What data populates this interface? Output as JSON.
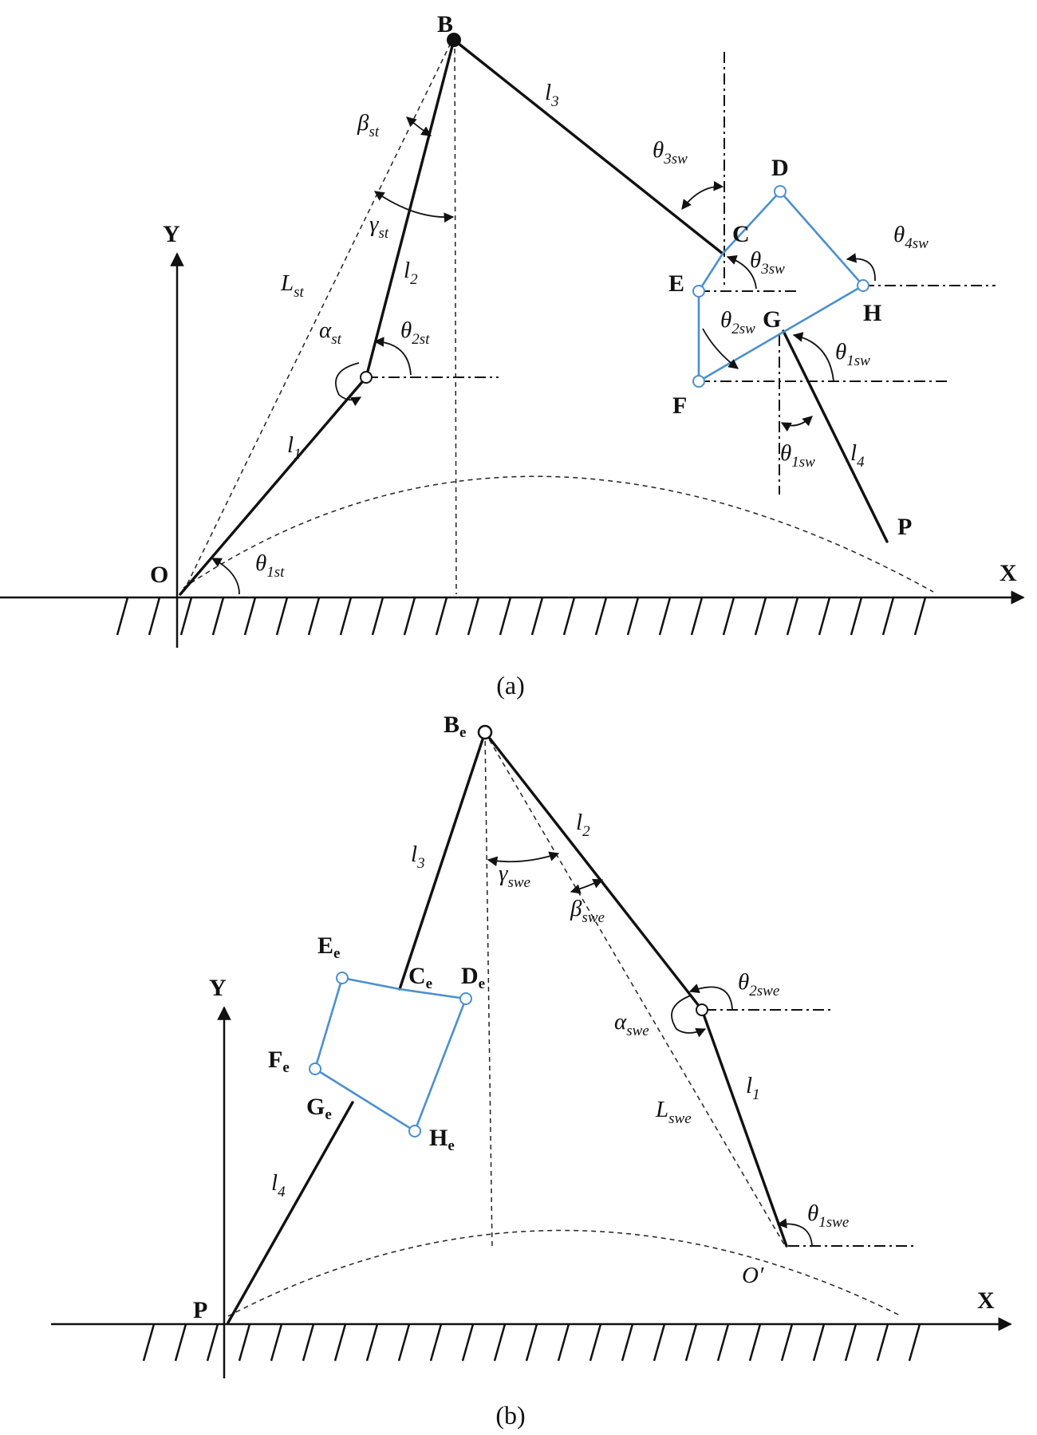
{
  "captions": {
    "a": "(a)",
    "b": "(b)"
  },
  "panel_a": {
    "points": {
      "B": "B",
      "C": "C",
      "D": "D",
      "E": "E",
      "F": "F",
      "G": "G",
      "H": "H",
      "O": "O",
      "P": "P"
    },
    "axes": {
      "x": "X",
      "y": "Y"
    },
    "symbols": {
      "l1": {
        "base": "l",
        "sub": "1"
      },
      "l2": {
        "base": "l",
        "sub": "2"
      },
      "l3": {
        "base": "l",
        "sub": "3"
      },
      "l4": {
        "base": "l",
        "sub": "4"
      },
      "Lst": {
        "base": "L",
        "sub": "st"
      },
      "beta_st": {
        "base": "β",
        "sub": "st"
      },
      "gamma_st": {
        "base": "γ",
        "sub": "st"
      },
      "alpha_st": {
        "base": "α",
        "sub": "st"
      },
      "theta_1st": {
        "base": "θ",
        "sub": "1st"
      },
      "theta_2st": {
        "base": "θ",
        "sub": "2st"
      },
      "theta_3sw_a": {
        "base": "θ",
        "sub": "3sw"
      },
      "theta_3sw_b": {
        "base": "θ",
        "sub": "3sw"
      },
      "theta_4sw": {
        "base": "θ",
        "sub": "4sw"
      },
      "theta_2sw": {
        "base": "θ",
        "sub": "2sw"
      },
      "theta_1sw_a": {
        "base": "θ",
        "sub": "1sw"
      },
      "theta_1sw_b": {
        "base": "θ",
        "sub": "1sw"
      }
    }
  },
  "panel_b": {
    "points": {
      "Be": {
        "base": "B",
        "sub": "e"
      },
      "Ce": {
        "base": "C",
        "sub": "e"
      },
      "De": {
        "base": "D",
        "sub": "e"
      },
      "Ee": {
        "base": "E",
        "sub": "e"
      },
      "Fe": {
        "base": "F",
        "sub": "e"
      },
      "Ge": {
        "base": "G",
        "sub": "e"
      },
      "He": {
        "base": "H",
        "sub": "e"
      },
      "P": "P",
      "O_prime": "O′"
    },
    "axes": {
      "x": "X",
      "y": "Y"
    },
    "symbols": {
      "l1": {
        "base": "l",
        "sub": "1"
      },
      "l2": {
        "base": "l",
        "sub": "2"
      },
      "l3": {
        "base": "l",
        "sub": "3"
      },
      "l4": {
        "base": "l",
        "sub": "4"
      },
      "Lswe": {
        "base": "L",
        "sub": "swe"
      },
      "gamma_swe": {
        "base": "γ",
        "sub": "swe"
      },
      "beta_swe": {
        "base": "β",
        "sub": "swe"
      },
      "alpha_swe": {
        "base": "α",
        "sub": "swe"
      },
      "theta_2swe": {
        "base": "θ",
        "sub": "2swe"
      },
      "theta_1swe": {
        "base": "θ",
        "sub": "1swe"
      }
    }
  }
}
